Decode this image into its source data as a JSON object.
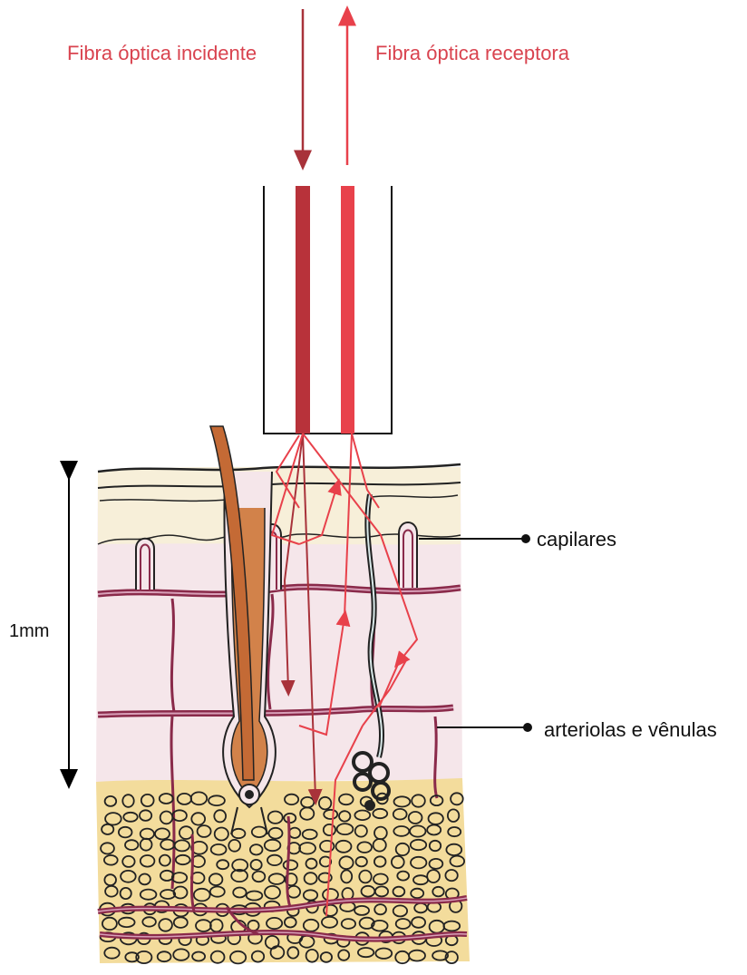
{
  "labels": {
    "incident": "Fibra óptica incidente",
    "receptor": "Fibra óptica receptora",
    "capillaries": "capilares",
    "vessels": "arteriolas e vênulas",
    "scale": "1mm"
  },
  "colors": {
    "incident_fiber": "#b8323a",
    "receptor_fiber": "#e8414b",
    "label_red": "#d9434f",
    "vessel": "#8a2a4a",
    "vessel_light": "#d8a0b8",
    "epidermis": "#f7efd9",
    "dermis": "#f5e6ea",
    "fat": "#f3dc9c",
    "hair": "#c46a35"
  },
  "icons": [
    "arrow-down-icon",
    "arrow-up-icon",
    "double-arrow-icon",
    "dot-marker-icon"
  ]
}
